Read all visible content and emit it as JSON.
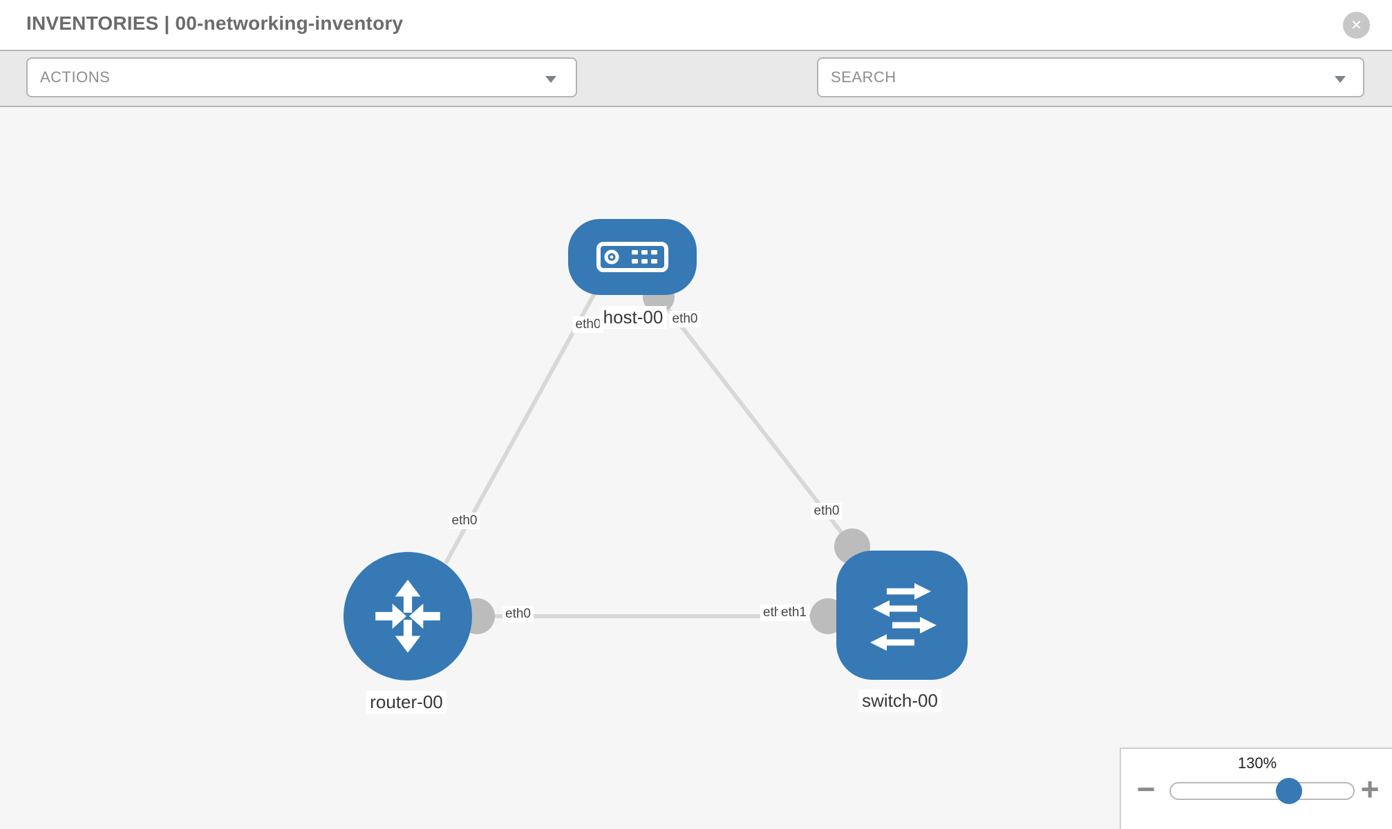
{
  "header": {
    "title": "INVENTORIES | 00-networking-inventory",
    "close_icon": "✕"
  },
  "toolbar": {
    "actions_label": "ACTIONS",
    "search_placeholder": "SEARCH",
    "icons": {
      "wrench": "wrench-icon",
      "key": "key-icon",
      "caret": "caret-down-icon"
    }
  },
  "colors": {
    "node_blue": "#3679b5",
    "link_gray": "#d8d8d8",
    "connector_gray": "#bcbcbc",
    "canvas_bg": "#f6f6f6"
  },
  "diagram": {
    "nodes": [
      {
        "label": "host-00",
        "type": "host"
      },
      {
        "label": "router-00",
        "type": "router"
      },
      {
        "label": "switch-00",
        "type": "switch"
      }
    ],
    "links": [
      {
        "from": "host-00",
        "to": "router-00",
        "from_interface": "eth0",
        "to_interface": "eth0"
      },
      {
        "from": "host-00",
        "to": "switch-00",
        "from_interface": "eth0",
        "to_interface": "eth0"
      },
      {
        "from": "router-00",
        "to": "switch-00",
        "from_interface": "eth0",
        "to_interface": "eth1"
      }
    ],
    "occluded_label": "eth0"
  },
  "zoom_control": {
    "value": "130%",
    "zoom_out_icon": "−",
    "zoom_in_icon": "+"
  }
}
